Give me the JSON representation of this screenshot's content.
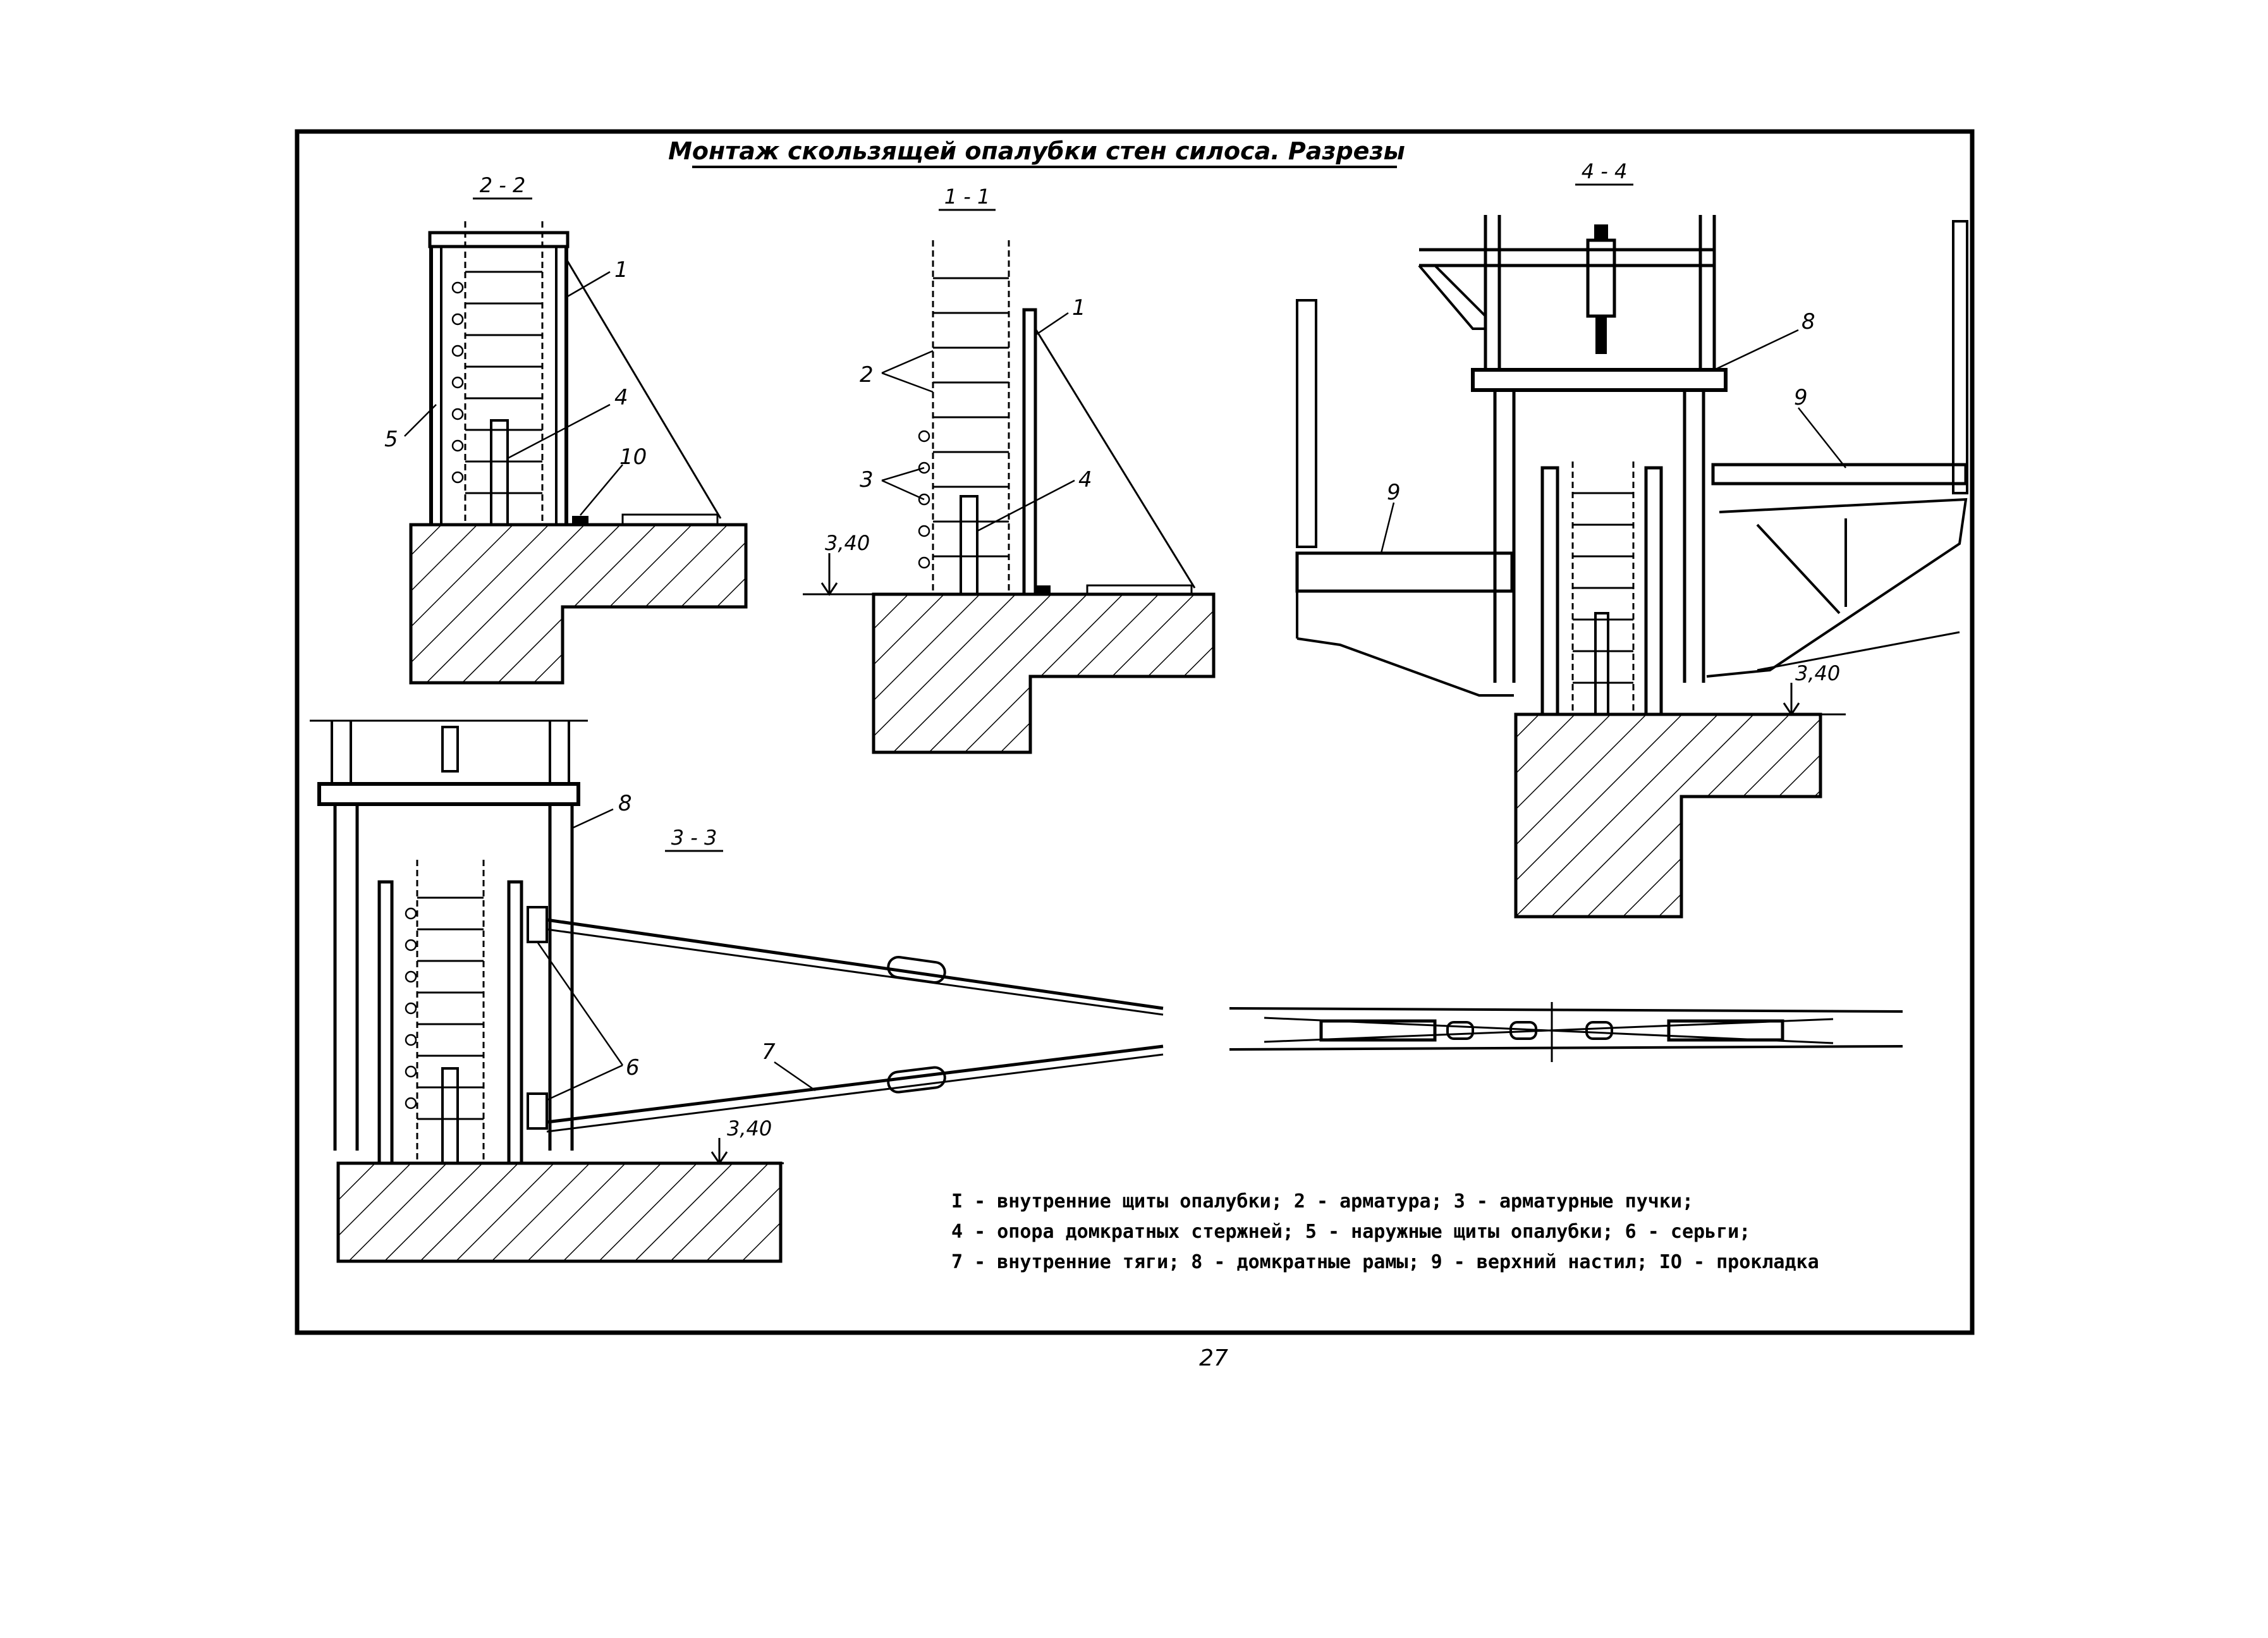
{
  "title": "Монтаж скользящей опалубки стен силоса. Разрезы",
  "sections": {
    "s22": "2 - 2",
    "s11": "1 - 1",
    "s44": "4 - 4",
    "s33": "3 - 3"
  },
  "callouts": {
    "c1": "1",
    "c2": "2",
    "c3": "3",
    "c4": "4",
    "c5": "5",
    "c6": "6",
    "c7": "7",
    "c8": "8",
    "c9": "9",
    "c10": "10"
  },
  "elevation": "3,40",
  "legend": [
    "I - внутренние щиты опалубки;  2 - арматура; 3 - арматурные пучки;",
    "4 - опора домкратных стержней; 5 - наружные щиты опалубки; 6 - серьги;",
    "7 - внутренние тяги; 8 - домкратные рамы; 9 - верхний настил; IO - прокладка"
  ],
  "page_number": "27"
}
